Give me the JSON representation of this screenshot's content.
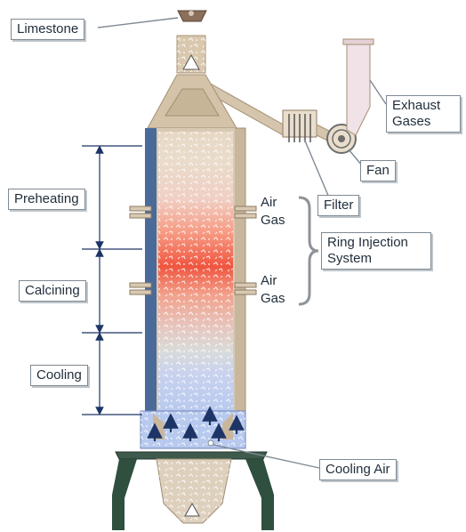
{
  "labels": {
    "limestone": "Limestone",
    "exhaust_line1": "Exhaust",
    "exhaust_line2": "Gases",
    "fan": "Fan",
    "filter": "Filter",
    "preheating": "Preheating",
    "calcining": "Calcining",
    "cooling": "Cooling",
    "ring_line1": "Ring Injection",
    "ring_line2": "System",
    "cooling_air": "Cooling Air",
    "air_upper": "Air",
    "gas_upper": "Gas",
    "air_lower": "Air",
    "gas_lower": "Gas"
  },
  "colors": {
    "shaft_wall": "#c9b79d",
    "inner_wall_blue": "#4a6a9a",
    "label_border": "#7f8a93",
    "arrow": "#1d3566",
    "cooling_zone": "#b7c9ee",
    "calcining_zone": "#f0553f",
    "preheating_zone": "#f2c9bf",
    "support_legs": "#2f4f3f",
    "bracket": "#8e9399"
  }
}
